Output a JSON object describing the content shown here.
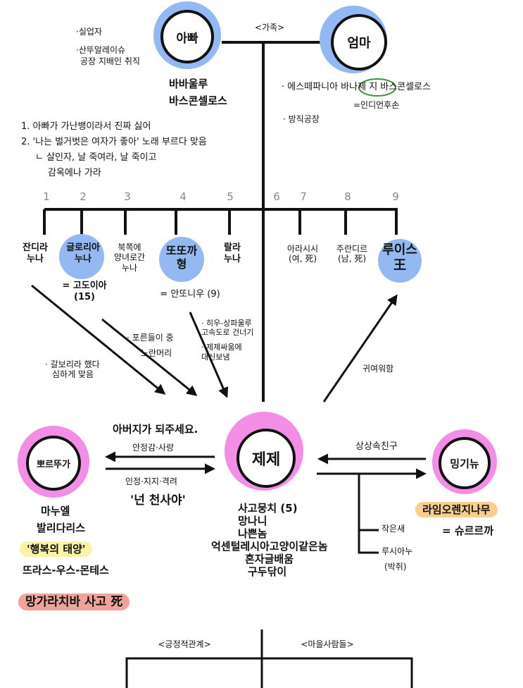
{
  "family_label": "<가족>",
  "father": {
    "name": "아빠",
    "full_name": [
      "바바울루",
      "바스콘셀로스"
    ],
    "notes": [
      "·실업자",
      "·산뚜알레이슈",
      "공장 지배인 취직"
    ]
  },
  "father_episodes": [
    "1. 아빠가 가난뱅이라서 진짜 싫어",
    "2. '나는 벌거벗은 여자가 좋아' 노래 부르다 맞음",
    "ㄴ 살인자, 날 죽여라, 날 죽이고",
    "감옥에나 가라"
  ],
  "mother": {
    "name": "엄마",
    "notes": [
      "· 에스떼파니아",
      "바나제",
      "지 바스콘셀로스",
      "=인디언후손",
      "· 방직공장"
    ]
  },
  "children": [
    {
      "num": "1",
      "name": [
        "잔디라",
        "누나"
      ]
    },
    {
      "num": "2",
      "name": [
        "글로리아",
        "누나"
      ],
      "note": [
        "= 고도이아",
        "(15)"
      ]
    },
    {
      "num": "3",
      "name": [
        "북쪽에",
        "양녀로간",
        "누나"
      ]
    },
    {
      "num": "4",
      "name": [
        "또또까",
        "형"
      ],
      "note": [
        "= 안또니우 (9)"
      ]
    },
    {
      "num": "5",
      "name": [
        "랄라",
        "누나"
      ]
    },
    {
      "num": "6"
    },
    {
      "num": "7",
      "name": [
        "아라시시",
        "(여, 死)"
      ]
    },
    {
      "num": "8",
      "name": [
        "주란디르",
        "(남, 死)"
      ]
    },
    {
      "num": "9",
      "name": [
        "루이스",
        "王"
      ]
    }
  ],
  "arrow_notes": {
    "jandira": [
      "· 갈보리라 했다",
      "심하게 맞음"
    ],
    "gloria": [
      "· 포른들이 중",
      "노란머리"
    ],
    "totoca": [
      "· 히우-상파울루",
      "고속도로 건너기",
      "· 제제싸움에",
      "대신보냄"
    ],
    "luis": "귀여워함"
  },
  "zeze": {
    "name": "제제",
    "traits": [
      "사고뭉치 (5)",
      "망나니",
      "나쁜놈",
      "억센털레시아고양이같은놈",
      "혼자글배움",
      "구두닦이"
    ]
  },
  "portuga": {
    "name": "뽀르뚜가",
    "traits": [
      "마누엘",
      "발리다리스"
    ],
    "highlight": "'행복의 태양'",
    "car": "뜨라스-우스-몬테스",
    "death": "망가라치바 사고 死"
  },
  "portuga_relation": {
    "to_portuga": "아버지가 되주세요.",
    "to_portuga_sub": "안정감·사랑",
    "to_zeze_sub": "인정·지지·격려",
    "to_zeze": "'넌 천사야'"
  },
  "minguinho": {
    "name": "밍기뉴",
    "highlight": "라임오렌지나무",
    "alias": "= 슈르르까"
  },
  "minguinho_relation": {
    "label": "상상속친구",
    "branches": [
      "작은새",
      "루시아누",
      "(박쥐)"
    ]
  },
  "bottom": {
    "left_label": "<긍정적관계>",
    "right_label": "<마을사람들>"
  },
  "colors": {
    "family": "#94b9f2",
    "key": "#f28ee6",
    "yellow": "#fbf4a6",
    "red": "#f0a39b",
    "orange": "#f8cf8d",
    "green": "#3f8f3a"
  }
}
